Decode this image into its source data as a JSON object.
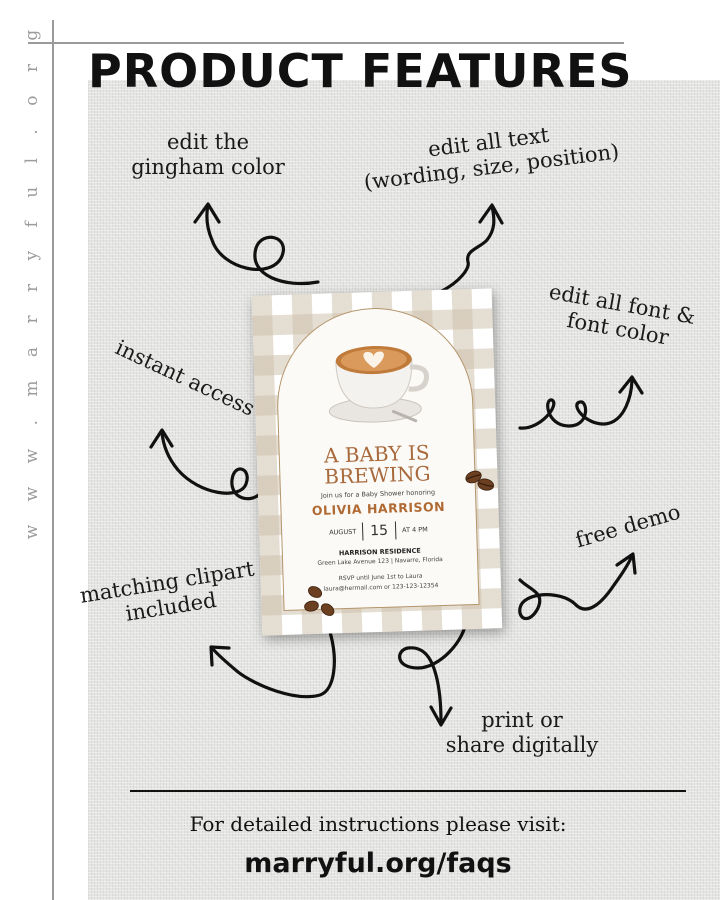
{
  "side_url": "w w w . m a r r y f u l . o r g",
  "title": "PRODUCT FEATURES",
  "features": {
    "gingham": [
      "edit the",
      "gingham color"
    ],
    "text": [
      "edit all text",
      "(wording, size, position)"
    ],
    "font": [
      "edit all font &",
      "font color"
    ],
    "instant": [
      "instant access"
    ],
    "demo": [
      "free demo"
    ],
    "clipart": [
      "matching clipart",
      "included"
    ],
    "print": [
      "print or",
      "share digitally"
    ]
  },
  "invitation": {
    "headline": [
      "A BABY IS",
      "BREWING"
    ],
    "join": "Join us for a Baby Shower honoring",
    "name": "OLIVIA HARRISON",
    "month": "AUGUST",
    "day": "15",
    "time": "AT 4 PM",
    "venue": "HARRISON RESIDENCE",
    "address": "Green Lake Avenue 123 | Navarre, Florida",
    "rsvp": "RSVP until June 1st to Laura",
    "contact": "laura@hermail.com or 123-123-12354",
    "colors": {
      "accent": "#b06a34",
      "gingham": "#cfc2ae",
      "arch_border": "#b5956c"
    }
  },
  "footer": {
    "instructions": "For detailed instructions please visit:",
    "url": "marryful.org/faqs"
  }
}
